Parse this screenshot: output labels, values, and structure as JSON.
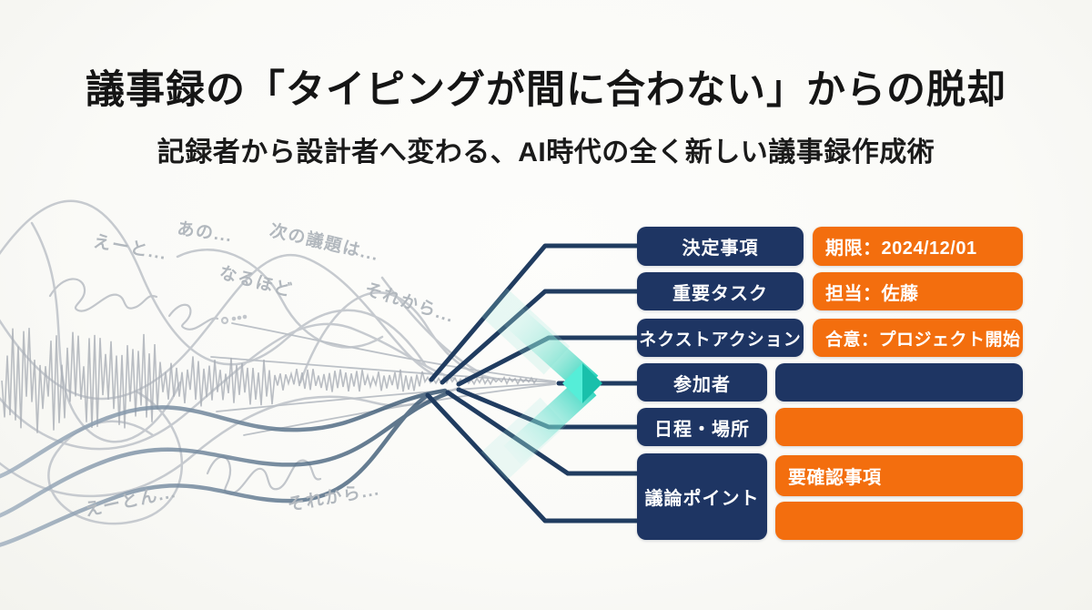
{
  "title": "議事録の「タイピングが間に合わない」からの脱却",
  "subtitle": "記録者から設計者へ変わる、AI時代の全く新しい議事録作成術",
  "colors": {
    "navy": "#1e3563",
    "orange": "#f36e0e",
    "teal_bright": "#3fe8d1",
    "teal_dark": "#19c0ab",
    "scribble_gray": "#c6cacf",
    "text_dark": "#151515"
  },
  "fillers": [
    {
      "text": "えーと..."
    },
    {
      "text": "あの..."
    },
    {
      "text": "次の議題は..."
    },
    {
      "text": "なるほど"
    },
    {
      "text": "それから..."
    },
    {
      "text": "えーとん..."
    },
    {
      "text": "それから..."
    }
  ],
  "rows": [
    {
      "label": "決定事項",
      "value": "期限：2024/12/01"
    },
    {
      "label": "重要タスク",
      "value": "担当：佐藤"
    },
    {
      "label": "ネクストアクション",
      "value": "合意：プロジェクト開始"
    },
    {
      "label": "参加者",
      "value": ""
    },
    {
      "label": "日程・場所",
      "value": ""
    },
    {
      "label": "議論ポイント",
      "values": [
        "要確認事項",
        ""
      ]
    }
  ]
}
